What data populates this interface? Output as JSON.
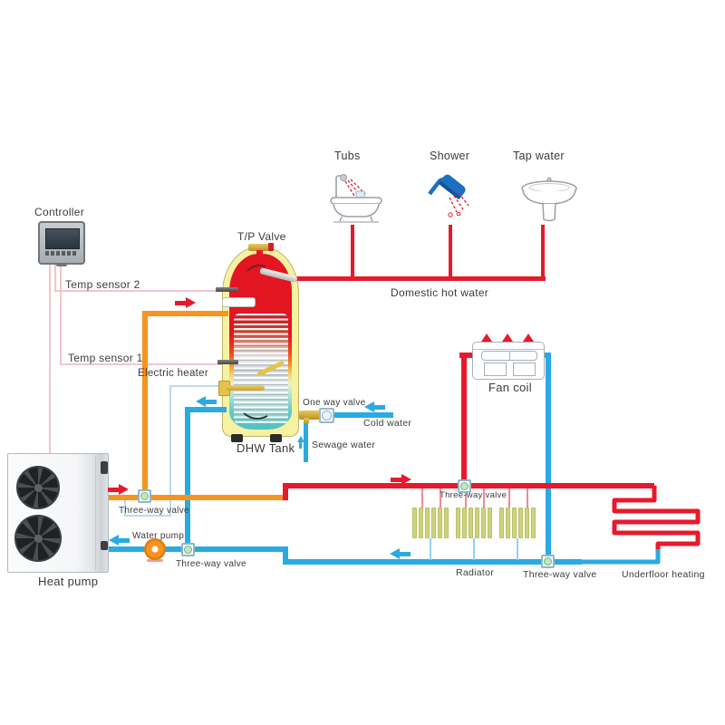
{
  "labels": {
    "controller": "Controller",
    "temp_sensor_2": "Temp sensor 2",
    "temp_sensor_1": "Temp sensor 1",
    "electric_heater": "Electric heater",
    "tp_valve": "T/P Valve",
    "dhw_tank": "DHW Tank",
    "one_way_valve": "One way valve",
    "cold_water": "Cold  water",
    "sewage_water": "Sewage water",
    "tubs": "Tubs",
    "shower": "Shower",
    "tap_water": "Tap water",
    "domestic_hot_water": "Domestic hot water",
    "fan_coil": "Fan coil",
    "heat_pump": "Heat pump",
    "water_pump": "Water pump",
    "three_way_valve": "Three-way valve",
    "radiator": "Radiator",
    "underfloor_heating": "Underfloor heating"
  },
  "icons": {
    "controller-icon": "wall-thermostat-with-screen",
    "bathtub-icon": "outline-bathtub-with-red-spray",
    "shower-icon": "blue-shower-head-with-red-spray",
    "sink-icon": "outline-wash-basin",
    "fan-icon": "dark-axial-fan",
    "three-way-valve-icon": "white-square-green-dot",
    "one-way-valve-icon": "white-square-circle",
    "water-pump-icon": "orange-circle-pump",
    "tp-valve-icon": "brass-safety-valve",
    "electric-heater-icon": "brass-immersion-heater",
    "radiator-icon": "vertical-fin-radiator",
    "underfloor-coil-icon": "red-serpentine-loop",
    "flow-arrow-icon": "direction-arrow"
  },
  "colors": {
    "hot_supply": "#e8192c",
    "heating_flow": "#f7941d",
    "cold_return": "#29abe2",
    "sensor_wire": "#f4c3ce",
    "heater_wire": "#bcd9ec",
    "radiator_fin": "#ccd37e",
    "brass": "#c89a2a",
    "tank_shell": "#f6f2a2",
    "valve_dot": "#bfe8c2"
  }
}
